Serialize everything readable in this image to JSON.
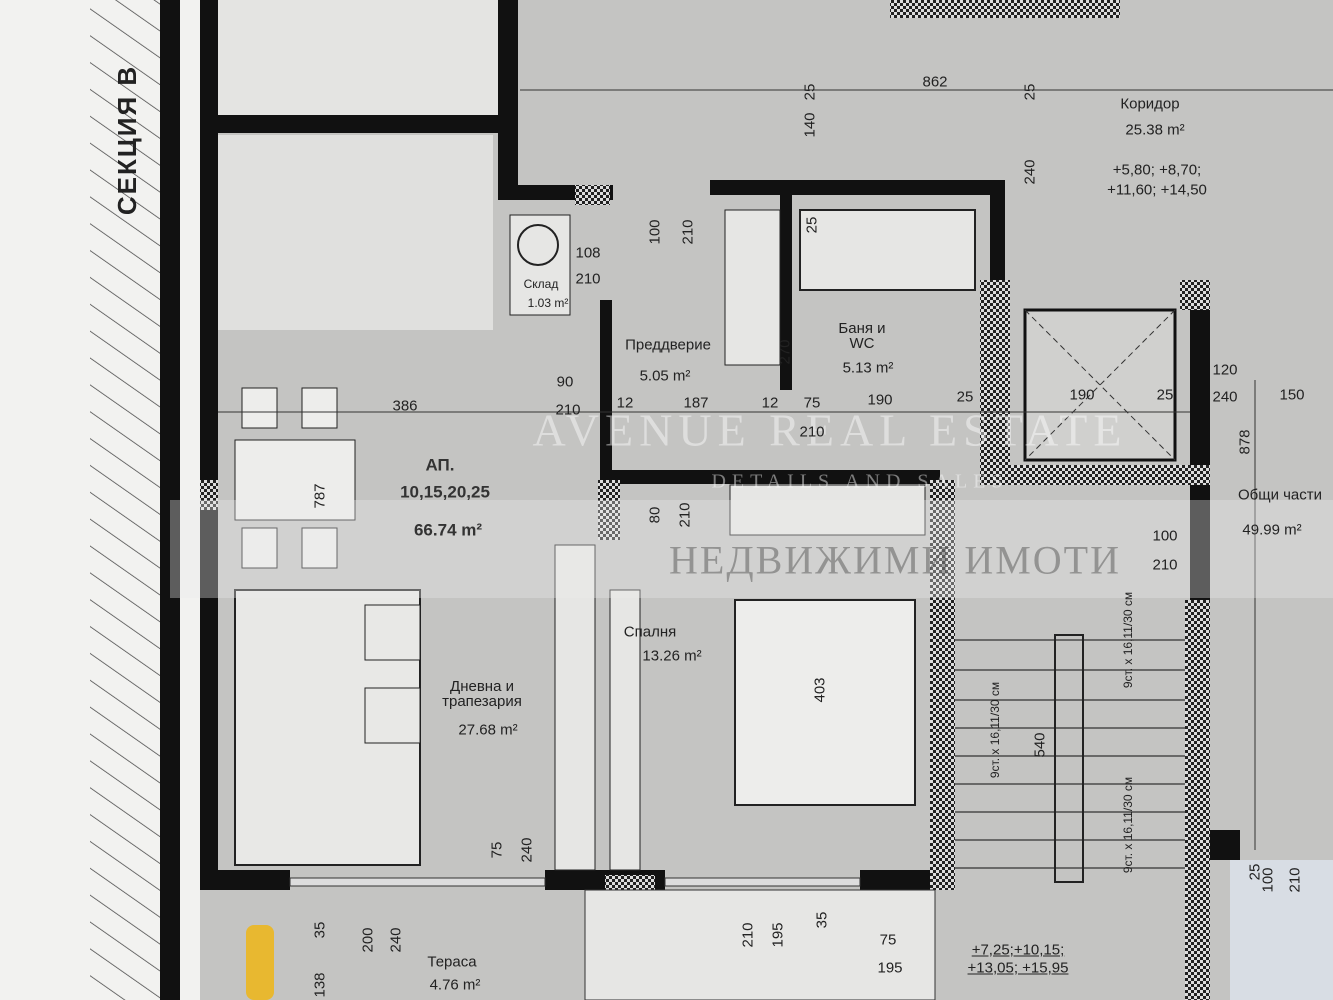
{
  "section_label": "СЕКЦИЯ В",
  "apartment": {
    "label": "АП.",
    "numbers": "10,15,20,25",
    "area": "66.74 m²"
  },
  "rooms": [
    {
      "name": "Коридор",
      "area": "25.38 m²",
      "levels": [
        "+5,80; +8,70;",
        "+11,60; +14,50"
      ]
    },
    {
      "name": "Склад",
      "area": "1.03 m²"
    },
    {
      "name": "Преддверие",
      "area": "5.05 m²"
    },
    {
      "name": "Баня и WC",
      "area": "5.13 m²"
    },
    {
      "name": "Общи части",
      "area": "49.99 m²"
    },
    {
      "name": "Спалня",
      "area": "13.26 m²"
    },
    {
      "name": "Дневна и трапезария",
      "area": "27.68 m²"
    },
    {
      "name": "Тераса",
      "area": "4.76 m²"
    }
  ],
  "stair": {
    "flight_label": "9ст. x 16,11/30 см",
    "length": "540",
    "levels": [
      "+7,25;+10,15;",
      "+13,05; +15,95"
    ]
  },
  "dimensions": {
    "d862": "862",
    "d25a": "25",
    "d25b": "25",
    "d140": "140",
    "d240a": "240",
    "d108": "108",
    "d210a": "210",
    "d100a": "100",
    "d210b": "210",
    "d270": "270",
    "d25c": "25",
    "d90": "90",
    "d210c": "210",
    "d12a": "12",
    "d187": "187",
    "d12b": "12",
    "d75a": "75",
    "d190a": "190",
    "d210d": "210",
    "d25d": "25",
    "d190b": "190",
    "d25e": "25",
    "d120": "120",
    "d240b": "240",
    "d150": "150",
    "d386": "386",
    "d878": "878",
    "d787": "787",
    "d80": "80",
    "d210e": "210",
    "d100b": "100",
    "d210f": "210",
    "d403": "403",
    "d75b": "75",
    "d240c": "240",
    "d35a": "35",
    "d200": "200",
    "d240d": "240",
    "d138": "138",
    "d210g": "210",
    "d195a": "195",
    "d35b": "35",
    "d75c": "75",
    "d195b": "195",
    "d25f": "25",
    "d100c": "100",
    "d210h": "210"
  },
  "watermark": {
    "line1": "AVENUE REAL ESTATE",
    "line2": "DETAILS AND SALES",
    "line3": "НЕДВИЖИМИ ИМОТИ"
  },
  "colors": {
    "wall": "#111111",
    "floor": "#c4c4c2",
    "paper": "#f2f2f0",
    "terrace_item": "#e8b830"
  }
}
